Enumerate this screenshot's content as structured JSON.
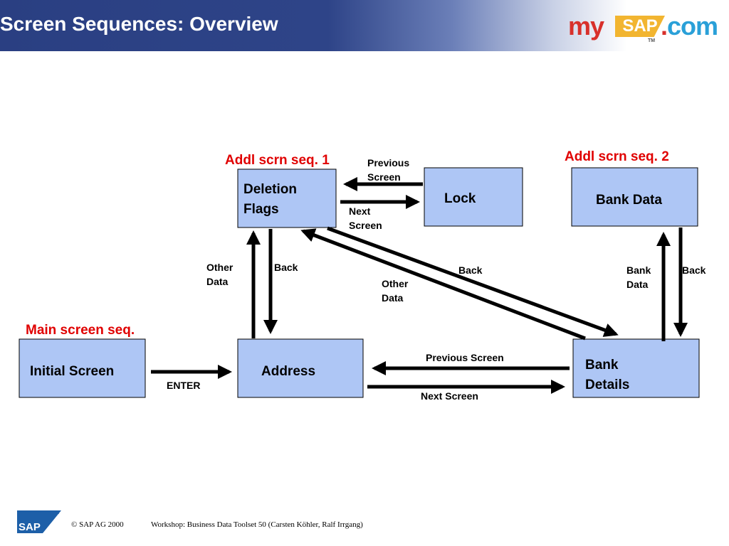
{
  "header": {
    "title": "Screen Sequences: Overview",
    "brand": {
      "my": "my",
      "sap": "SAP",
      "tm": "TM",
      "com": "com",
      "dot": "."
    }
  },
  "sequences": {
    "addl1": "Addl scrn seq. 1",
    "addl2": "Addl scrn seq. 2",
    "main": "Main screen seq."
  },
  "boxes": {
    "deletion_flags": [
      "Deletion",
      "Flags"
    ],
    "lock": "Lock",
    "bank_data": "Bank Data",
    "initial_screen": "Initial Screen",
    "address": "Address",
    "bank_details": [
      "Bank",
      "Details"
    ]
  },
  "edges": {
    "lock_previous": [
      "Previous",
      "Screen"
    ],
    "lock_next": [
      "Next",
      "Screen"
    ],
    "other_data_left": [
      "Other",
      "Data"
    ],
    "back_left": "Back",
    "back_middle": "Back",
    "other_data_middle": [
      "Other",
      "Data"
    ],
    "bank_data_edge": [
      "Bank",
      "Data"
    ],
    "back_right": "Back",
    "enter": "ENTER",
    "previous_screen": "Previous Screen",
    "next_screen": "Next Screen"
  },
  "colors": {
    "box_fill": "#aec6f5",
    "sequence_label": "#e00000",
    "header_bg": "#2a3f82"
  },
  "footer": {
    "copyright": "© SAP AG 2000",
    "workshop": "Workshop: Business Data Toolset  50 (Carsten Köhler, Ralf Irrgang)",
    "logo_text": "SAP",
    "logo_tm": "TM"
  }
}
